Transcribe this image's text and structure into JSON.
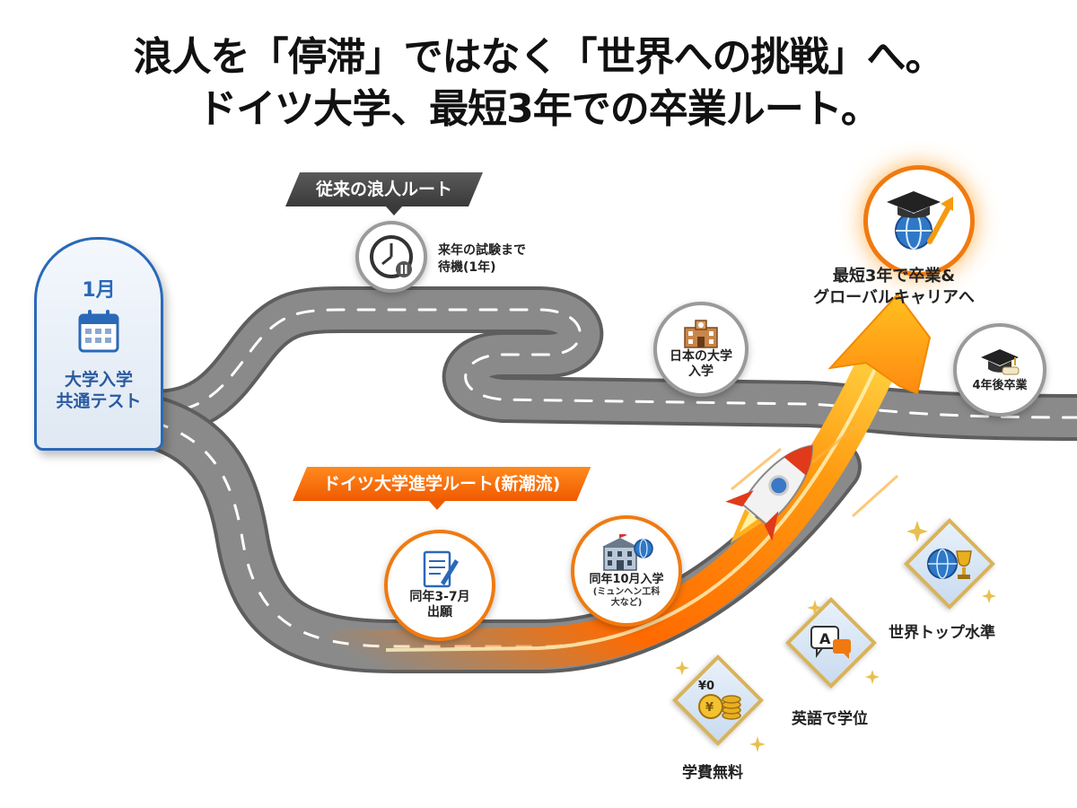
{
  "headline": {
    "line1": "浪人を「停滞」ではなく「世界への挑戦」へ。",
    "line2": "ドイツ大学、最短3年での卒業ルート。"
  },
  "start": {
    "month": "1月",
    "label": "大学入学\n共通テスト"
  },
  "traditional_route": {
    "tag": "従来の浪人ルート",
    "wait_node": {
      "icon": "clock-icon",
      "text": "来年の試験まで\n待機(1年)"
    },
    "university_node": {
      "icon": "school-building-icon",
      "text": "日本の大学\n入学"
    },
    "graduation_node": {
      "icon": "graduation-cap-icon",
      "text": "4年後卒業"
    }
  },
  "german_route": {
    "tag": "ドイツ大学進学ルート(新潮流)",
    "apply_node": {
      "icon": "application-form-icon",
      "line1": "同年3-7月",
      "line2": "出願"
    },
    "enroll_node": {
      "icon": "university-globe-icon",
      "line1": "同年10月入学",
      "line2": "(ミュンヘン工科",
      "line3": "大など)"
    }
  },
  "goal": {
    "icon": "graduation-globe-icon",
    "text": "最短3年で卒業&\nグローバルキャリアへ"
  },
  "benefits": [
    {
      "icon": "coins-yen-icon",
      "label": "学費無料",
      "coin_text": "¥0"
    },
    {
      "icon": "speech-bubble-icon",
      "label": "英語で学位",
      "bubble_text": "A"
    },
    {
      "icon": "globe-trophy-icon",
      "label": "世界トップ水準"
    }
  ],
  "colors": {
    "road": "#7a7a7a",
    "accent_orange": "#f07a10",
    "accent_blue": "#2a69b8",
    "dark_tag": "#3a3a3a"
  }
}
